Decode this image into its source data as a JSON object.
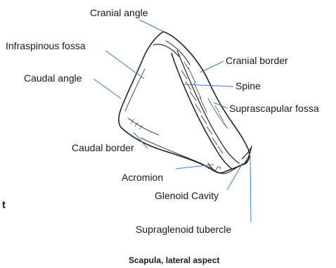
{
  "labels": {
    "cranial_angle": "Cranial angle",
    "infraspinous_fossa": "Infraspinous fossa",
    "cranial_border": "Cranial border",
    "caudal_angle": "Caudal angle",
    "spine": "Spine",
    "supraspinous_fossa": "Suprascapular fossa",
    "caudal_border": "Caudal border",
    "acromion": "Acromion",
    "glenoid_cavity": "Glenoid Cavity",
    "supraglenoid_tubercle": "Supraglenoid tubercle"
  },
  "caption": "Scapula, lateral aspect",
  "edge_fragment": "t",
  "colors": {
    "leader_line": "#3a7bd5",
    "bone_outline": "#222222",
    "text": "#1a1a1a"
  }
}
